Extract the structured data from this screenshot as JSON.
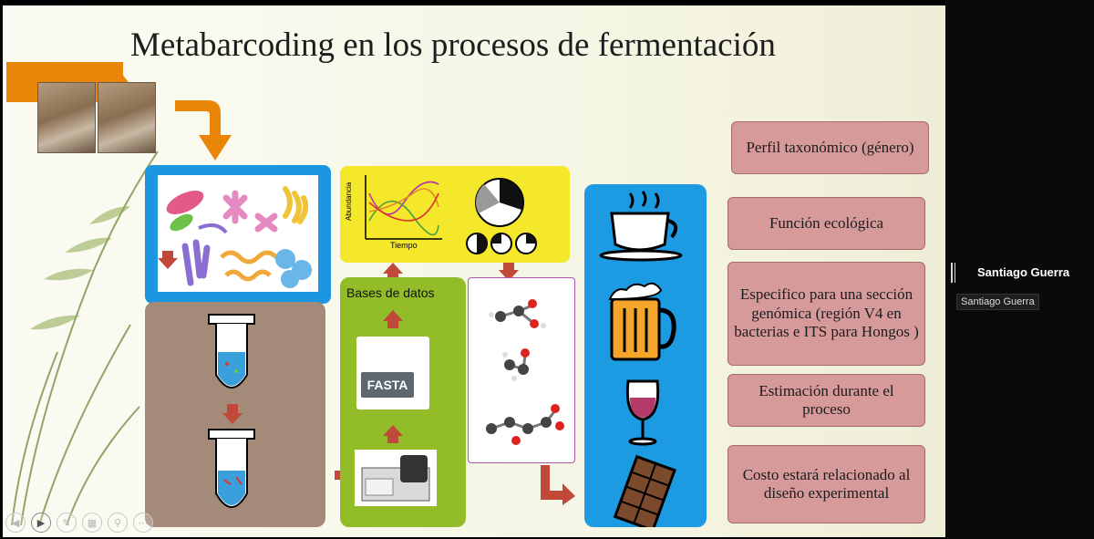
{
  "slide": {
    "title": "Metabarcoding en los procesos de fermentación",
    "graph_ylabel": "Abundancia",
    "graph_xlabel": "Tiempo",
    "db_label": "Bases de datos",
    "fasta_label": "FASTA",
    "info_boxes": [
      "Perfil taxonómico (género)",
      "Función ecológica",
      "Especifico para una sección genómica (región V4 en bacterias e ITS para Hongos )",
      "Estimación durante el proceso",
      "Costo estará relacionado al diseño experimental"
    ],
    "colors": {
      "accent_orange": "#e9860a",
      "panel_blue": "#1d96e2",
      "panel_yellow": "#f5e82a",
      "panel_green": "#92bd28",
      "panel_brown": "#a48a79",
      "info_pink": "#d69a9a",
      "arrow_red": "#c1493a"
    }
  },
  "participant": {
    "name": "Santiago Guerra",
    "tag": "Santiago Guerra"
  },
  "toolbar": {
    "buttons": [
      "previous-icon",
      "play-icon",
      "pen-icon",
      "slides-icon",
      "zoom-icon",
      "more-icon"
    ]
  }
}
